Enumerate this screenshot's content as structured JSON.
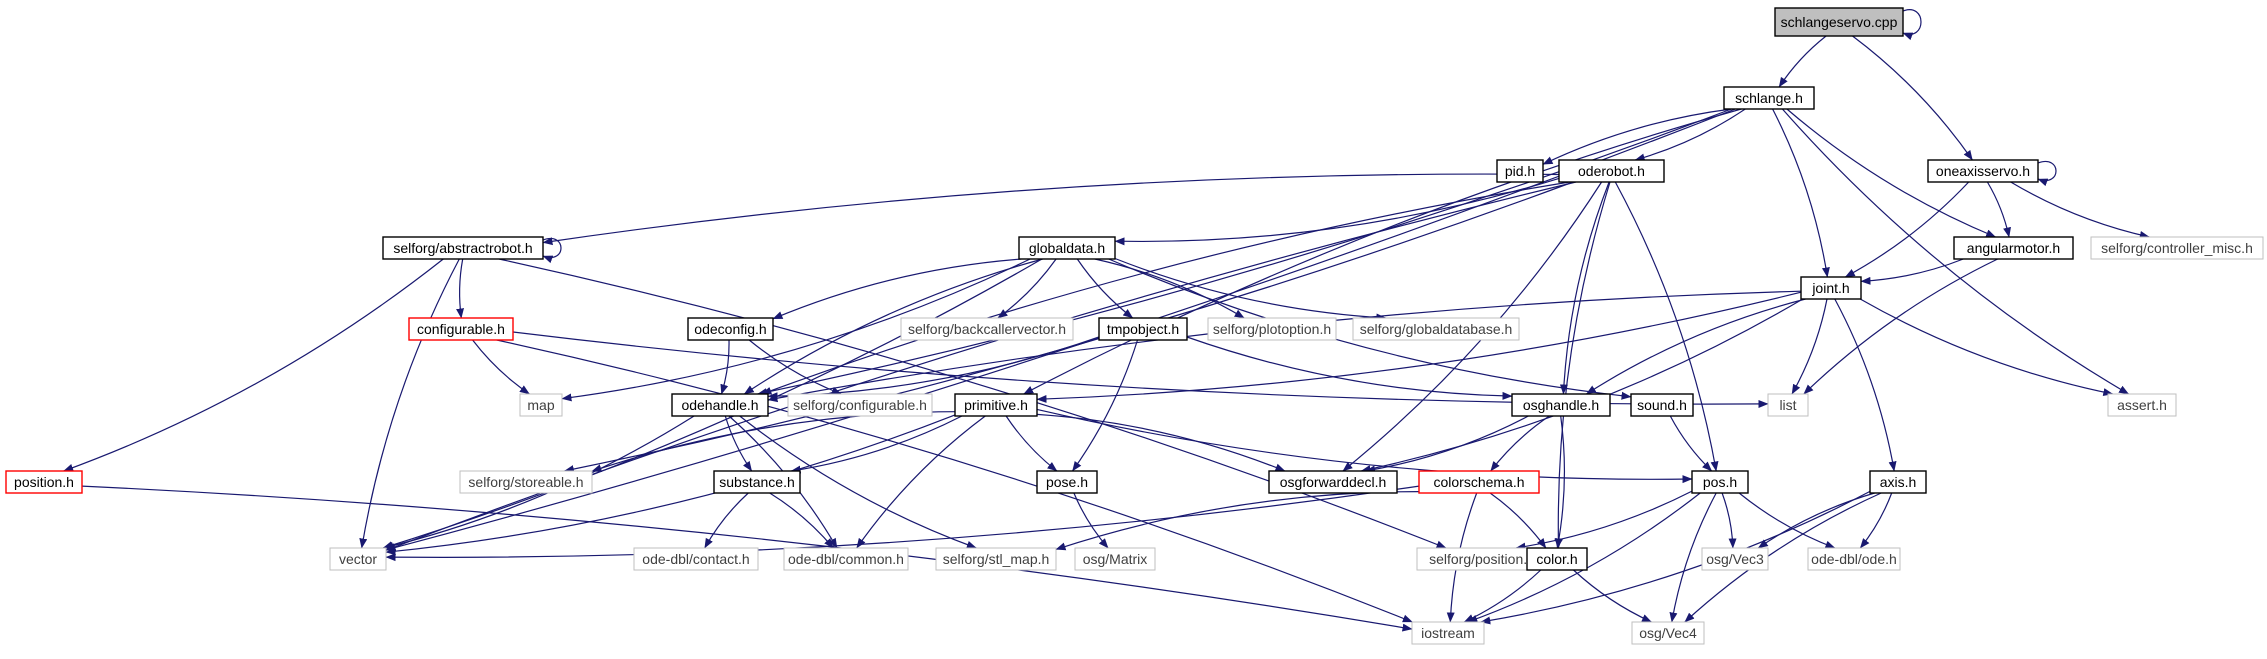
{
  "colors": {
    "edge": "#191970",
    "root_fill": "#bfbfbf",
    "node_border": "#000000",
    "node_border_ext": "#bfbfbf",
    "node_border_red": "#ff0000",
    "text": "#000000",
    "text_ext": "#404040",
    "background": "#ffffff"
  },
  "nodes": [
    {
      "id": "schlangeservo",
      "label": "schlangeservo.cpp"
    },
    {
      "id": "schlange",
      "label": "schlange.h"
    },
    {
      "id": "oneaxisservo",
      "label": "oneaxisservo.h"
    },
    {
      "id": "pid",
      "label": "pid.h"
    },
    {
      "id": "oderobot",
      "label": "oderobot.h"
    },
    {
      "id": "angularmotor",
      "label": "angularmotor.h"
    },
    {
      "id": "controller_misc",
      "label": "selforg/controller_misc.h"
    },
    {
      "id": "abstractrobot",
      "label": "selforg/abstractrobot.h"
    },
    {
      "id": "globaldata",
      "label": "globaldata.h"
    },
    {
      "id": "joint",
      "label": "joint.h"
    },
    {
      "id": "configurable",
      "label": "configurable.h"
    },
    {
      "id": "odeconfig",
      "label": "odeconfig.h"
    },
    {
      "id": "backcallervector",
      "label": "selforg/backcallervector.h"
    },
    {
      "id": "tmpobject",
      "label": "tmpobject.h"
    },
    {
      "id": "plotoption",
      "label": "selforg/plotoption.h"
    },
    {
      "id": "globaldatabase",
      "label": "selforg/globaldatabase.h"
    },
    {
      "id": "map",
      "label": "map"
    },
    {
      "id": "odehandle",
      "label": "odehandle.h"
    },
    {
      "id": "sel_configurable",
      "label": "selforg/configurable.h"
    },
    {
      "id": "primitive",
      "label": "primitive.h"
    },
    {
      "id": "osghandle",
      "label": "osghandle.h"
    },
    {
      "id": "sound",
      "label": "sound.h"
    },
    {
      "id": "list",
      "label": "list"
    },
    {
      "id": "assert",
      "label": "assert.h"
    },
    {
      "id": "position",
      "label": "position.h"
    },
    {
      "id": "storeable",
      "label": "selforg/storeable.h"
    },
    {
      "id": "substance",
      "label": "substance.h"
    },
    {
      "id": "pose",
      "label": "pose.h"
    },
    {
      "id": "osgforwarddecl",
      "label": "osgforwarddecl.h"
    },
    {
      "id": "colorschema",
      "label": "colorschema.h"
    },
    {
      "id": "pos",
      "label": "pos.h"
    },
    {
      "id": "axis",
      "label": "axis.h"
    },
    {
      "id": "vector",
      "label": "vector"
    },
    {
      "id": "contact",
      "label": "ode-dbl/contact.h"
    },
    {
      "id": "common",
      "label": "ode-dbl/common.h"
    },
    {
      "id": "stl_map",
      "label": "selforg/stl_map.h"
    },
    {
      "id": "matrix",
      "label": "osg/Matrix"
    },
    {
      "id": "sel_position",
      "label": "selforg/position.h"
    },
    {
      "id": "color",
      "label": "color.h"
    },
    {
      "id": "vec3",
      "label": "osg/Vec3"
    },
    {
      "id": "ode",
      "label": "ode-dbl/ode.h"
    },
    {
      "id": "iostream",
      "label": "iostream"
    },
    {
      "id": "vec4",
      "label": "osg/Vec4"
    }
  ],
  "edges": [
    [
      "schlangeservo",
      "schlangeservo"
    ],
    [
      "schlangeservo",
      "schlange"
    ],
    [
      "schlangeservo",
      "oneaxisservo"
    ],
    [
      "schlange",
      "pid"
    ],
    [
      "schlange",
      "oderobot"
    ],
    [
      "schlange",
      "angularmotor"
    ],
    [
      "schlange",
      "joint"
    ],
    [
      "schlange",
      "assert"
    ],
    [
      "schlange",
      "vector"
    ],
    [
      "schlange",
      "primitive"
    ],
    [
      "schlange",
      "odehandle"
    ],
    [
      "oneaxisservo",
      "oneaxisservo"
    ],
    [
      "oneaxisservo",
      "angularmotor"
    ],
    [
      "oneaxisservo",
      "controller_misc"
    ],
    [
      "oneaxisservo",
      "joint"
    ],
    [
      "oderobot",
      "abstractrobot"
    ],
    [
      "oderobot",
      "globaldata"
    ],
    [
      "oderobot",
      "vector"
    ],
    [
      "oderobot",
      "storeable"
    ],
    [
      "oderobot",
      "odehandle"
    ],
    [
      "oderobot",
      "osgforwarddecl"
    ],
    [
      "oderobot",
      "osghandle"
    ],
    [
      "oderobot",
      "pos"
    ],
    [
      "oderobot",
      "color"
    ],
    [
      "angularmotor",
      "joint"
    ],
    [
      "angularmotor",
      "list"
    ],
    [
      "abstractrobot",
      "abstractrobot"
    ],
    [
      "abstractrobot",
      "configurable"
    ],
    [
      "abstractrobot",
      "position"
    ],
    [
      "abstractrobot",
      "vector"
    ],
    [
      "abstractrobot",
      "sel_position"
    ],
    [
      "globaldata",
      "odeconfig"
    ],
    [
      "globaldata",
      "backcallervector"
    ],
    [
      "globaldata",
      "tmpobject"
    ],
    [
      "globaldata",
      "plotoption"
    ],
    [
      "globaldata",
      "globaldatabase"
    ],
    [
      "globaldata",
      "map"
    ],
    [
      "globaldata",
      "odehandle"
    ],
    [
      "globaldata",
      "vector"
    ],
    [
      "globaldata",
      "sound"
    ],
    [
      "joint",
      "list"
    ],
    [
      "joint",
      "assert"
    ],
    [
      "joint",
      "axis"
    ],
    [
      "joint",
      "odehandle"
    ],
    [
      "joint",
      "primitive"
    ],
    [
      "joint",
      "osghandle"
    ],
    [
      "joint",
      "osgforwarddecl"
    ],
    [
      "configurable",
      "map"
    ],
    [
      "configurable",
      "iostream"
    ],
    [
      "configurable",
      "list"
    ],
    [
      "odeconfig",
      "odehandle"
    ],
    [
      "odeconfig",
      "sel_configurable"
    ],
    [
      "tmpobject",
      "odehandle"
    ],
    [
      "tmpobject",
      "osghandle"
    ],
    [
      "tmpobject",
      "pose"
    ],
    [
      "odehandle",
      "substance"
    ],
    [
      "odehandle",
      "common"
    ],
    [
      "odehandle",
      "stl_map"
    ],
    [
      "odehandle",
      "vector"
    ],
    [
      "primitive",
      "pose"
    ],
    [
      "primitive",
      "substance"
    ],
    [
      "primitive",
      "common"
    ],
    [
      "primitive",
      "vector"
    ],
    [
      "primitive",
      "storeable"
    ],
    [
      "primitive",
      "osgforwarddecl"
    ],
    [
      "primitive",
      "pos"
    ],
    [
      "osghandle",
      "osgforwarddecl"
    ],
    [
      "osghandle",
      "colorschema"
    ],
    [
      "osghandle",
      "color"
    ],
    [
      "sound",
      "pos"
    ],
    [
      "position",
      "iostream"
    ],
    [
      "substance",
      "contact"
    ],
    [
      "substance",
      "common"
    ],
    [
      "pose",
      "matrix"
    ],
    [
      "colorschema",
      "color"
    ],
    [
      "colorschema",
      "stl_map"
    ],
    [
      "colorschema",
      "vector"
    ],
    [
      "colorschema",
      "iostream"
    ],
    [
      "pos",
      "vec3"
    ],
    [
      "pos",
      "ode"
    ],
    [
      "pos",
      "iostream"
    ],
    [
      "pos",
      "vec4"
    ],
    [
      "pos",
      "sel_position"
    ],
    [
      "axis",
      "vec3"
    ],
    [
      "axis",
      "ode"
    ],
    [
      "axis",
      "vec4"
    ],
    [
      "axis",
      "iostream"
    ],
    [
      "color",
      "vec4"
    ],
    [
      "color",
      "iostream"
    ]
  ]
}
